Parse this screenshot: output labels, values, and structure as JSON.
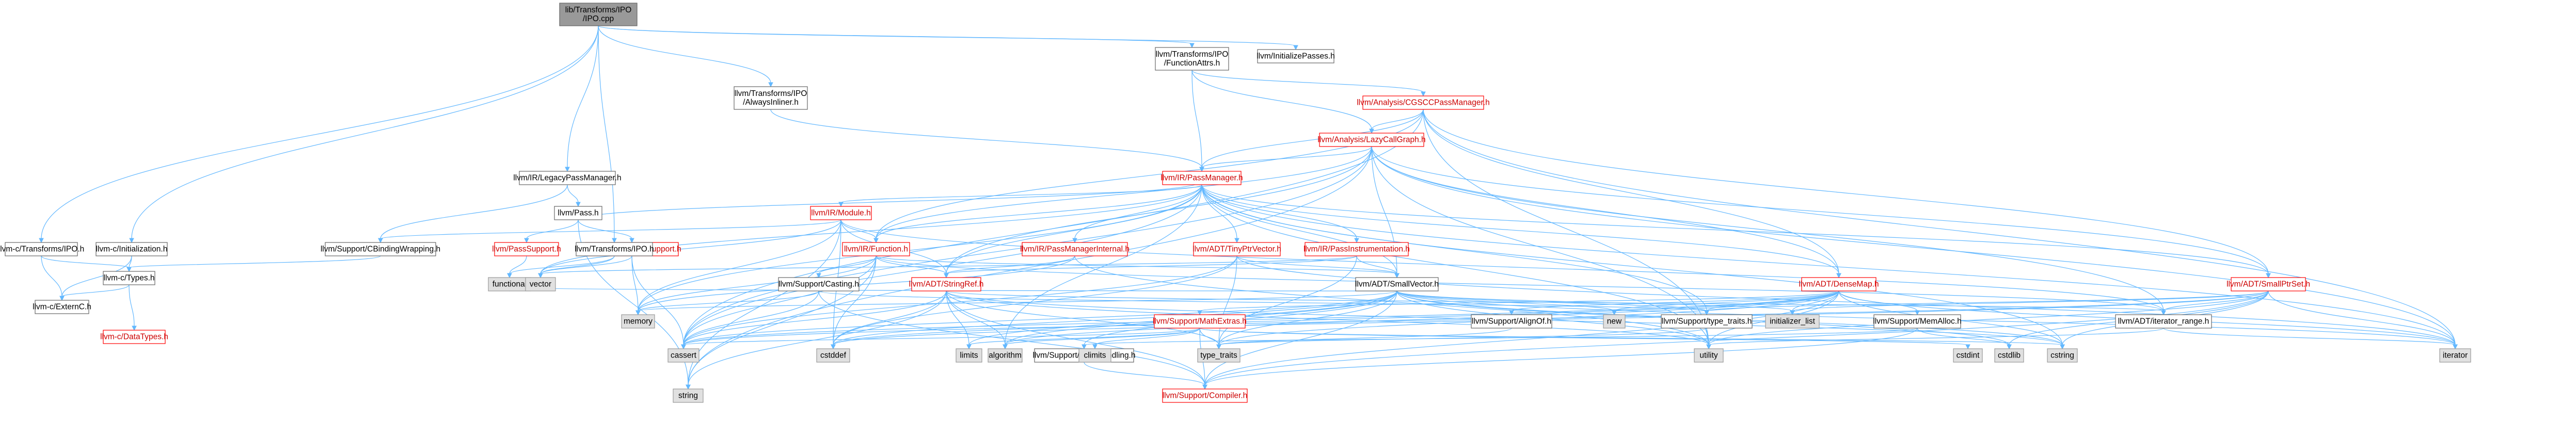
{
  "nodes": [
    {
      "id": "root",
      "lines": [
        "lib/Transforms/IPO",
        "/IPO.cpp"
      ],
      "kind": "root"
    },
    {
      "id": "c_ipo",
      "lines": [
        "llvm-c/Transforms/IPO.h"
      ],
      "kind": "plain"
    },
    {
      "id": "c_init",
      "lines": [
        "llvm-c/Initialization.h"
      ],
      "kind": "plain"
    },
    {
      "id": "c_types",
      "lines": [
        "llvm-c/Types.h"
      ],
      "kind": "plain"
    },
    {
      "id": "c_extc",
      "lines": [
        "llvm-c/ExternC.h"
      ],
      "kind": "plain"
    },
    {
      "id": "c_datatypes",
      "lines": [
        "llvm-c/DataTypes.h"
      ],
      "kind": "red"
    },
    {
      "id": "ir_legacy",
      "lines": [
        "llvm/IR/LegacyPassManager.h"
      ],
      "kind": "plain"
    },
    {
      "id": "pass_h",
      "lines": [
        "llvm/Pass.h"
      ],
      "kind": "plain"
    },
    {
      "id": "passsupport",
      "lines": [
        "llvm/PassSupport.h"
      ],
      "kind": "red"
    },
    {
      "id": "passanalysis",
      "lines": [
        "llvm/PassAnalysisSupport.h"
      ],
      "kind": "red"
    },
    {
      "id": "cbinding",
      "lines": [
        "llvm/Support/CBindingWrapping.h"
      ],
      "kind": "plain"
    },
    {
      "id": "t_ipo",
      "lines": [
        "llvm/Transforms/IPO.h"
      ],
      "kind": "plain"
    },
    {
      "id": "alwaysinliner",
      "lines": [
        "llvm/Transforms/IPO",
        "/AlwaysInliner.h"
      ],
      "kind": "plain"
    },
    {
      "id": "functionattrs",
      "lines": [
        "llvm/Transforms/IPO",
        "/FunctionAttrs.h"
      ],
      "kind": "plain"
    },
    {
      "id": "initpasses",
      "lines": [
        "llvm/InitializePasses.h"
      ],
      "kind": "plain"
    },
    {
      "id": "cgscc",
      "lines": [
        "llvm/Analysis/CGSCCPassManager.h"
      ],
      "kind": "red"
    },
    {
      "id": "lazycg",
      "lines": [
        "llvm/Analysis/LazyCallGraph.h"
      ],
      "kind": "red"
    },
    {
      "id": "irpm",
      "lines": [
        "llvm/IR/PassManager.h"
      ],
      "kind": "red"
    },
    {
      "id": "irmodule",
      "lines": [
        "llvm/IR/Module.h"
      ],
      "kind": "red"
    },
    {
      "id": "irfunction",
      "lines": [
        "llvm/IR/Function.h"
      ],
      "kind": "red"
    },
    {
      "id": "pmi",
      "lines": [
        "llvm/IR/PassManagerInternal.h"
      ],
      "kind": "red"
    },
    {
      "id": "tinyptr",
      "lines": [
        "llvm/ADT/TinyPtrVector.h"
      ],
      "kind": "red"
    },
    {
      "id": "passinstr",
      "lines": [
        "llvm/IR/PassInstrumentation.h"
      ],
      "kind": "red"
    },
    {
      "id": "densemap",
      "lines": [
        "llvm/ADT/DenseMap.h"
      ],
      "kind": "red"
    },
    {
      "id": "smallptrset",
      "lines": [
        "llvm/ADT/SmallPtrSet.h"
      ],
      "kind": "red"
    },
    {
      "id": "stringref",
      "lines": [
        "llvm/ADT/StringRef.h"
      ],
      "kind": "red"
    },
    {
      "id": "casting",
      "lines": [
        "llvm/Support/Casting.h"
      ],
      "kind": "plain"
    },
    {
      "id": "smallvector",
      "lines": [
        "llvm/ADT/SmallVector.h"
      ],
      "kind": "plain"
    },
    {
      "id": "mathextras",
      "lines": [
        "llvm/Support/MathExtras.h"
      ],
      "kind": "red"
    },
    {
      "id": "alignof",
      "lines": [
        "llvm/Support/AlignOf.h"
      ],
      "kind": "plain"
    },
    {
      "id": "typetraits",
      "lines": [
        "llvm/Support/type_traits.h"
      ],
      "kind": "plain"
    },
    {
      "id": "memalloc",
      "lines": [
        "llvm/Support/MemAlloc.h"
      ],
      "kind": "plain"
    },
    {
      "id": "iterrange",
      "lines": [
        "llvm/ADT/iterator_range.h"
      ],
      "kind": "plain"
    },
    {
      "id": "errhandling",
      "lines": [
        "llvm/Support/ErrorHandling.h"
      ],
      "kind": "plain"
    },
    {
      "id": "compiler",
      "lines": [
        "llvm/Support/Compiler.h"
      ],
      "kind": "red"
    },
    {
      "id": "s_functional",
      "lines": [
        "functional"
      ],
      "kind": "sys"
    },
    {
      "id": "s_vector",
      "lines": [
        "vector"
      ],
      "kind": "sys"
    },
    {
      "id": "s_memory",
      "lines": [
        "memory"
      ],
      "kind": "sys"
    },
    {
      "id": "s_cassert",
      "lines": [
        "cassert"
      ],
      "kind": "sys"
    },
    {
      "id": "s_string",
      "lines": [
        "string"
      ],
      "kind": "sys"
    },
    {
      "id": "s_cstddef",
      "lines": [
        "cstddef"
      ],
      "kind": "sys"
    },
    {
      "id": "s_limits",
      "lines": [
        "limits"
      ],
      "kind": "sys"
    },
    {
      "id": "s_algorithm",
      "lines": [
        "algorithm"
      ],
      "kind": "sys"
    },
    {
      "id": "s_climits",
      "lines": [
        "climits"
      ],
      "kind": "sys"
    },
    {
      "id": "s_typetraits",
      "lines": [
        "type_traits"
      ],
      "kind": "sys"
    },
    {
      "id": "s_new",
      "lines": [
        "new"
      ],
      "kind": "sys"
    },
    {
      "id": "s_initlist",
      "lines": [
        "initializer_list"
      ],
      "kind": "sys"
    },
    {
      "id": "s_utility",
      "lines": [
        "utility"
      ],
      "kind": "sys"
    },
    {
      "id": "s_cstdint",
      "lines": [
        "cstdint"
      ],
      "kind": "sys"
    },
    {
      "id": "s_cstdlib",
      "lines": [
        "cstdlib"
      ],
      "kind": "sys"
    },
    {
      "id": "s_cstring",
      "lines": [
        "cstring"
      ],
      "kind": "sys"
    },
    {
      "id": "s_iterator",
      "lines": [
        "iterator"
      ],
      "kind": "sys"
    }
  ],
  "edges": [
    [
      "root",
      "c_ipo"
    ],
    [
      "root",
      "c_init"
    ],
    [
      "root",
      "ir_legacy"
    ],
    [
      "root",
      "t_ipo"
    ],
    [
      "root",
      "alwaysinliner"
    ],
    [
      "root",
      "functionattrs"
    ],
    [
      "root",
      "initpasses"
    ],
    [
      "c_ipo",
      "c_types"
    ],
    [
      "c_ipo",
      "c_extc"
    ],
    [
      "c_init",
      "c_types"
    ],
    [
      "c_init",
      "c_extc"
    ],
    [
      "c_types",
      "c_datatypes"
    ],
    [
      "c_types",
      "c_extc"
    ],
    [
      "ir_legacy",
      "pass_h"
    ],
    [
      "ir_legacy",
      "cbinding"
    ],
    [
      "pass_h",
      "passsupport"
    ],
    [
      "pass_h",
      "passanalysis"
    ],
    [
      "pass_h",
      "s_string"
    ],
    [
      "pass_h",
      "irpm"
    ],
    [
      "passanalysis",
      "s_vector"
    ],
    [
      "passanalysis",
      "s_cassert"
    ],
    [
      "passanalysis",
      "s_memory"
    ],
    [
      "passsupport",
      "s_functional"
    ],
    [
      "cbinding",
      "c_types"
    ],
    [
      "t_ipo",
      "s_functional"
    ],
    [
      "t_ipo",
      "s_vector"
    ],
    [
      "alwaysinliner",
      "irpm"
    ],
    [
      "functionattrs",
      "irpm"
    ],
    [
      "functionattrs",
      "cgscc"
    ],
    [
      "functionattrs",
      "lazycg"
    ],
    [
      "cgscc",
      "lazycg"
    ],
    [
      "cgscc",
      "irpm"
    ],
    [
      "cgscc",
      "irfunction"
    ],
    [
      "cgscc",
      "densemap"
    ],
    [
      "cgscc",
      "smallptrset"
    ],
    [
      "cgscc",
      "s_cassert"
    ],
    [
      "cgscc",
      "s_utility"
    ],
    [
      "cgscc",
      "s_iterator"
    ],
    [
      "lazycg",
      "irpm"
    ],
    [
      "lazycg",
      "irfunction"
    ],
    [
      "lazycg",
      "densemap"
    ],
    [
      "lazycg",
      "smallptrset"
    ],
    [
      "lazycg",
      "smallvector"
    ],
    [
      "lazycg",
      "stringref"
    ],
    [
      "lazycg",
      "iterrange"
    ],
    [
      "lazycg",
      "s_iterator"
    ],
    [
      "lazycg",
      "s_string"
    ],
    [
      "lazycg",
      "s_utility"
    ],
    [
      "lazycg",
      "s_cassert"
    ],
    [
      "irpm",
      "irmodule"
    ],
    [
      "irpm",
      "irfunction"
    ],
    [
      "irpm",
      "pmi"
    ],
    [
      "irpm",
      "tinyptr"
    ],
    [
      "irpm",
      "passinstr"
    ],
    [
      "irpm",
      "densemap"
    ],
    [
      "irpm",
      "smallptrset"
    ],
    [
      "irpm",
      "stringref"
    ],
    [
      "irpm",
      "smallvector"
    ],
    [
      "irpm",
      "typetraits"
    ],
    [
      "irpm",
      "s_iterator"
    ],
    [
      "irpm",
      "s_list"
    ],
    [
      "irpm",
      "s_memory"
    ],
    [
      "irpm",
      "s_cstring"
    ],
    [
      "irpm",
      "s_vector"
    ],
    [
      "irpm",
      "s_algorithm"
    ],
    [
      "irpm",
      "s_cassert"
    ],
    [
      "irpm",
      "s_utility"
    ],
    [
      "irmodule",
      "irfunction"
    ],
    [
      "irmodule",
      "stringref"
    ],
    [
      "irmodule",
      "cbinding"
    ],
    [
      "irmodule",
      "s_vector"
    ],
    [
      "irmodule",
      "s_memory"
    ],
    [
      "irmodule",
      "s_string"
    ],
    [
      "irmodule",
      "s_cstddef"
    ],
    [
      "irmodule",
      "iterrange"
    ],
    [
      "irfunction",
      "stringref"
    ],
    [
      "irfunction",
      "casting"
    ],
    [
      "irfunction",
      "smallvector"
    ],
    [
      "irfunction",
      "s_memory"
    ],
    [
      "irfunction",
      "s_cassert"
    ],
    [
      "irfunction",
      "s_string"
    ],
    [
      "irfunction",
      "s_cstddef"
    ],
    [
      "irfunction",
      "iterrange"
    ],
    [
      "pmi",
      "stringref"
    ],
    [
      "pmi",
      "s_memory"
    ],
    [
      "pmi",
      "s_utility"
    ],
    [
      "tinyptr",
      "smallvector"
    ],
    [
      "tinyptr",
      "s_cassert"
    ],
    [
      "tinyptr",
      "s_cstddef"
    ],
    [
      "tinyptr",
      "s_iterator"
    ],
    [
      "tinyptr",
      "s_typetraits"
    ],
    [
      "passinstr",
      "smallvector"
    ],
    [
      "passinstr",
      "stringref"
    ],
    [
      "passinstr",
      "s_typetraits"
    ],
    [
      "passinstr",
      "s_vector"
    ],
    [
      "densemap",
      "mathextras"
    ],
    [
      "densemap",
      "alignof"
    ],
    [
      "densemap",
      "memalloc"
    ],
    [
      "densemap",
      "typetraits"
    ],
    [
      "densemap",
      "compiler"
    ],
    [
      "densemap",
      "s_algorithm"
    ],
    [
      "densemap",
      "s_cassert"
    ],
    [
      "densemap",
      "s_cstddef"
    ],
    [
      "densemap",
      "s_cstring"
    ],
    [
      "densemap",
      "s_initlist"
    ],
    [
      "densemap",
      "s_iterator"
    ],
    [
      "densemap",
      "s_new"
    ],
    [
      "densemap",
      "s_typetraits"
    ],
    [
      "densemap",
      "s_utility"
    ],
    [
      "smallptrset",
      "typetraits"
    ],
    [
      "smallptrset",
      "compiler"
    ],
    [
      "smallptrset",
      "s_cassert"
    ],
    [
      "smallptrset",
      "s_cstddef"
    ],
    [
      "smallptrset",
      "s_cstdlib"
    ],
    [
      "smallptrset",
      "s_cstring"
    ],
    [
      "smallptrset",
      "s_initlist"
    ],
    [
      "smallptrset",
      "s_iterator"
    ],
    [
      "smallptrset",
      "s_utility"
    ],
    [
      "smallptrset",
      "iterrange"
    ],
    [
      "stringref",
      "compiler"
    ],
    [
      "stringref",
      "s_algorithm"
    ],
    [
      "stringref",
      "s_cassert"
    ],
    [
      "stringref",
      "s_cstddef"
    ],
    [
      "stringref",
      "s_cstring"
    ],
    [
      "stringref",
      "s_limits"
    ],
    [
      "stringref",
      "s_string"
    ],
    [
      "stringref",
      "s_typetraits"
    ],
    [
      "stringref",
      "s_utility"
    ],
    [
      "stringref",
      "iterrange"
    ],
    [
      "casting",
      "compiler"
    ],
    [
      "casting",
      "s_cassert"
    ],
    [
      "casting",
      "s_memory"
    ],
    [
      "casting",
      "typetraits"
    ],
    [
      "smallvector",
      "compiler"
    ],
    [
      "smallvector",
      "s_algorithm"
    ],
    [
      "smallvector",
      "s_cassert"
    ],
    [
      "smallvector",
      "s_cstddef"
    ],
    [
      "smallvector",
      "s_cstdlib"
    ],
    [
      "smallvector",
      "s_cstring"
    ],
    [
      "smallvector",
      "s_functional"
    ],
    [
      "smallvector",
      "s_initlist"
    ],
    [
      "smallvector",
      "s_iterator"
    ],
    [
      "smallvector",
      "s_limits"
    ],
    [
      "smallvector",
      "s_memory"
    ],
    [
      "smallvector",
      "s_new"
    ],
    [
      "smallvector",
      "s_typetraits"
    ],
    [
      "smallvector",
      "s_utility"
    ],
    [
      "smallvector",
      "typetraits"
    ],
    [
      "smallvector",
      "errhandling"
    ],
    [
      "mathextras",
      "compiler"
    ],
    [
      "mathextras",
      "s_cassert"
    ],
    [
      "mathextras",
      "s_climits"
    ],
    [
      "mathextras",
      "s_cstdint"
    ],
    [
      "mathextras",
      "s_cstring"
    ],
    [
      "mathextras",
      "s_limits"
    ],
    [
      "mathextras",
      "s_typetraits"
    ],
    [
      "mathextras",
      "s_algorithm"
    ],
    [
      "alignof",
      "s_typetraits"
    ],
    [
      "typetraits",
      "s_typetraits"
    ],
    [
      "typetraits",
      "s_utility"
    ],
    [
      "memalloc",
      "compiler"
    ],
    [
      "memalloc",
      "errhandling"
    ],
    [
      "memalloc",
      "s_cstdlib"
    ],
    [
      "iterrange",
      "s_utility"
    ],
    [
      "iterrange",
      "s_iterator"
    ],
    [
      "errhandling",
      "compiler"
    ]
  ]
}
